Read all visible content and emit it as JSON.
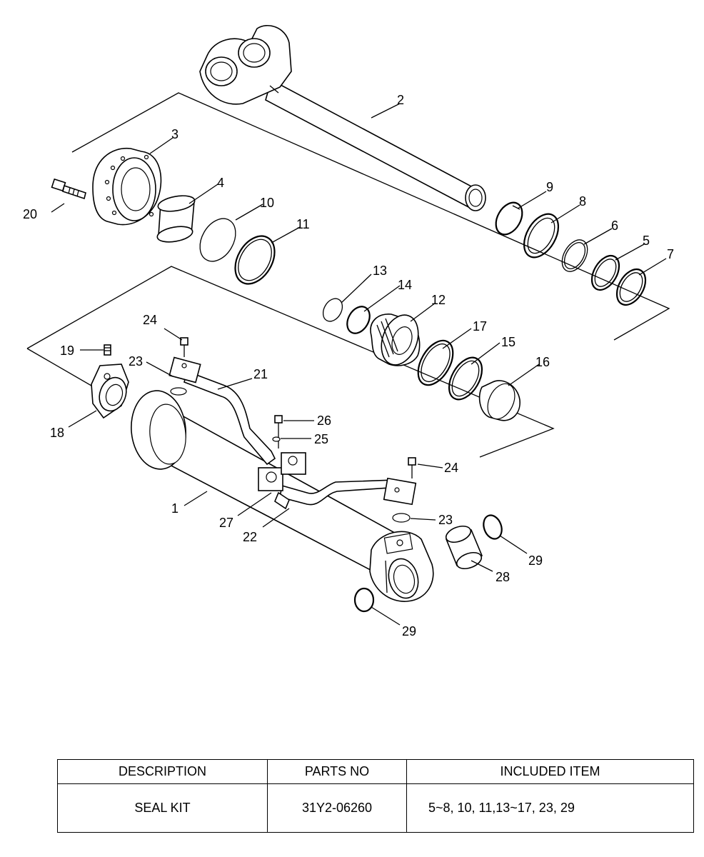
{
  "callouts": [
    "1",
    "2",
    "3",
    "4",
    "5",
    "6",
    "7",
    "8",
    "9",
    "10",
    "11",
    "12",
    "13",
    "14",
    "15",
    "16",
    "17",
    "18",
    "19",
    "20",
    "21",
    "22",
    "23",
    "23",
    "24",
    "24",
    "25",
    "26",
    "27",
    "28",
    "29",
    "29"
  ],
  "table": {
    "headers": [
      "DESCRIPTION",
      "PARTS NO",
      "INCLUDED ITEM"
    ],
    "rows": [
      {
        "description": "SEAL KIT",
        "parts_no": "31Y2-06260",
        "included": "5~8, 10, 11,13~17, 23, 29"
      }
    ]
  }
}
